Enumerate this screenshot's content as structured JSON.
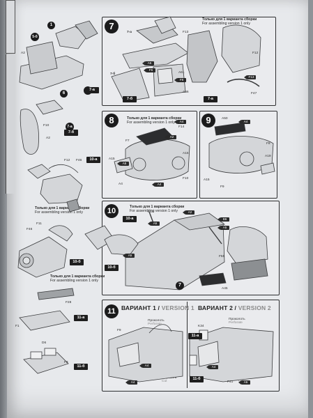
{
  "page": {
    "background": "#e7e9ec",
    "ink": "#2e2f31"
  },
  "steps": [
    {
      "number": "7"
    },
    {
      "number": "8"
    },
    {
      "number": "9"
    },
    {
      "number": "10"
    },
    {
      "number": "11"
    }
  ],
  "left_column": {
    "top_callouts": [
      "1",
      "5-б",
      "6",
      "7-в",
      "7-а"
    ],
    "part_labels_top": [
      "А2",
      "F10",
      "А2",
      "F12",
      "F46"
    ],
    "step_refs": [
      "7-а",
      "7-б",
      "10-а",
      "10-б",
      "11-а",
      "11-б"
    ],
    "notice": {
      "ru": "Только для 1 варианта сборки",
      "en": "For assembling version 1 only"
    },
    "notice2": {
      "ru": "Только для 1 варианта сборки",
      "en": "For assembling version 1 only"
    },
    "parts_mid": [
      "F11",
      "F46",
      "F28",
      "D6",
      "F3",
      "F1"
    ]
  },
  "step7": {
    "notice": {
      "ru": "Только для 1 варианта сборки",
      "en": "For assembling version 1 only"
    },
    "labels": [
      "7-а",
      "7-б",
      "F13",
      "А61",
      "F12",
      "7-а",
      "7-б",
      "А56",
      "F47"
    ],
    "refs": [
      "A5",
      "F6",
      "F8",
      "F13"
    ]
  },
  "step8": {
    "notice": {
      "ru": "Только для 1 варианта сборки",
      "en": "For assembling version 1 only"
    },
    "labels": [
      "F14",
      "A15",
      "A4",
      "F10",
      "A15",
      "F7"
    ],
    "refs": [
      "A4",
      "A2",
      "A5",
      "A4"
    ]
  },
  "step9": {
    "labels": [
      "А50",
      "F8",
      "A19",
      "A15",
      "F9"
    ],
    "refs": [
      "A4"
    ]
  },
  "step10": {
    "notice": {
      "ru": "Только для 1 варианта сборки",
      "en": "For assembling version 1 only"
    },
    "labels": [
      "F14",
      "10-а",
      "10-б",
      "7",
      "A45",
      "F55"
    ],
    "refs": [
      "A5",
      "A2",
      "B6",
      "A5",
      "A5"
    ]
  },
  "step11": {
    "version1": {
      "ru": "ВАРИАНТ 1",
      "en": "VERSION 1"
    },
    "version2": {
      "ru": "ВАРИАНТ 2",
      "en": "VERSION 2"
    },
    "perforate": {
      "ru": "Проколоть",
      "en": "Perforate"
    },
    "cut": {
      "ru": "Вырезать",
      "en": "Cut"
    },
    "labels": [
      "F9",
      "K34",
      "11-а",
      "11-б",
      "F41"
    ],
    "refs": [
      "A4",
      "A4",
      "A4",
      "A5"
    ]
  }
}
